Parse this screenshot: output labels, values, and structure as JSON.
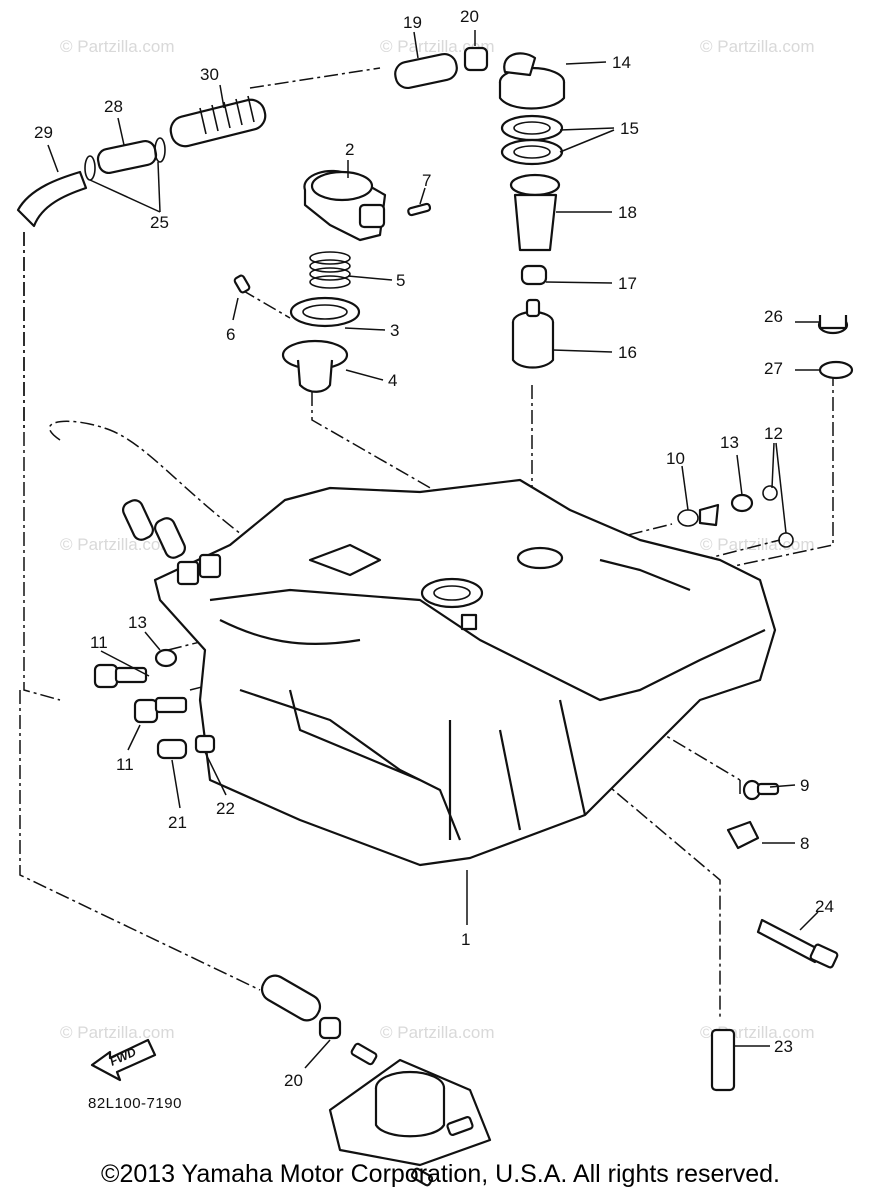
{
  "watermark": "© Partzilla.com",
  "labels": {
    "l1": "1",
    "l2": "2",
    "l3": "3",
    "l4": "4",
    "l5": "5",
    "l6": "6",
    "l7": "7",
    "l8": "8",
    "l9": "9",
    "l10": "10",
    "l11a": "11",
    "l11b": "11",
    "l12": "12",
    "l13a": "13",
    "l13b": "13",
    "l14": "14",
    "l15": "15",
    "l16": "16",
    "l17": "17",
    "l18": "18",
    "l19": "19",
    "l20a": "20",
    "l20b": "20",
    "l21": "21",
    "l22": "22",
    "l23": "23",
    "l24": "24",
    "l25": "25",
    "l26": "26",
    "l27": "27",
    "l28": "28",
    "l29": "29",
    "l30": "30"
  },
  "diagram_code": "82L100-7190",
  "fwd_label": "FWD",
  "copyright": "©2013 Yamaha Motor Corporation, U.S.A. All rights reserved."
}
